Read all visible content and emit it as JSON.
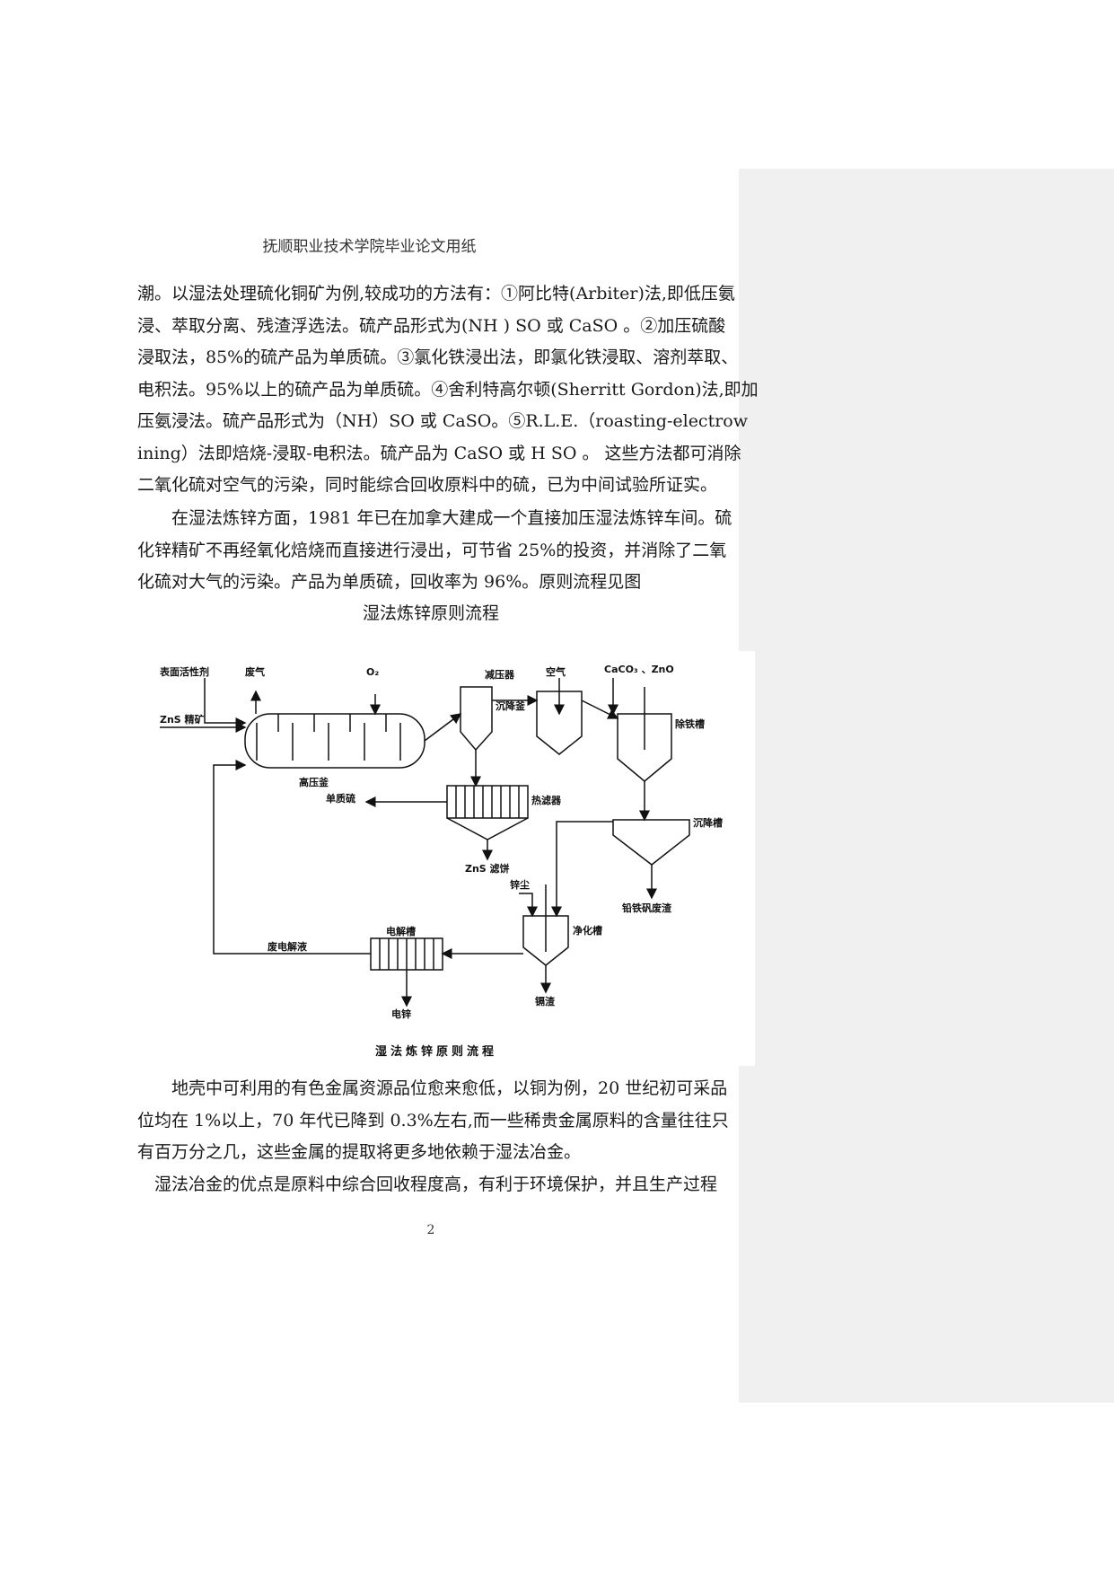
{
  "header": "抚顺职业技术学院毕业论文用纸",
  "para1": [
    "潮。以湿法处理硫化铜矿为例,较成功的方法有：①阿比特(Arbiter)法,即低压氨",
    "浸、萃取分离、残渣浮选法。硫产品形式为(NH ) SO 或 CaSO 。②加压硫酸",
    "浸取法，85%的硫产品为单质硫。③氯化铁浸出法，即氯化铁浸取、溶剂萃取、",
    "电积法。95%以上的硫产品为单质硫。④舍利特高尔顿(Sherritt Gordon)法,即加",
    "压氨浸法。硫产品形式为（NH）SO 或 CaSO。⑤R.L.E.（roasting-electrow",
    "ining）法即焙烧-浸取-电积法。硫产品为 CaSO 或 H SO 。 这些方法都可消除",
    "二氧化硫对空气的污染，同时能综合回收原料中的硫，已为中间试验所证实。"
  ],
  "para2": [
    "在湿法炼锌方面，1981 年已在加拿大建成一个直接加压湿法炼锌车间。硫",
    "化锌精矿不再经氧化焙烧而直接进行浸出，可节省 25%的投资，并消除了二氧",
    "化硫对大气的污染。产品为单质硫，回收率为 96%。原则流程见图"
  ],
  "figure_title": "湿法炼锌原则流程",
  "diagram": {
    "labels": {
      "surfactant": "表面活性剂",
      "waste_gas": "废气",
      "oxygen": "O₂",
      "air": "空气",
      "reagents": "CaCO₃ 、ZnO",
      "pressure_reducer": "减压器",
      "zns_concentrate": "ZnS 精矿",
      "settling_tank_1": "沉降釜",
      "iron_removal_tank": "除铁槽",
      "autoclave": "高压釜",
      "hot_filter": "热滤器",
      "elemental_sulfur": "单质硫",
      "settling_tank_2": "沉降槽",
      "zns_filter_cake": "ZnS 滤饼",
      "zinc_dust": "锌尘",
      "purification_tank": "净化槽",
      "lead_jarosite_residue": "铅铁矾废渣",
      "electrolytic_cell": "电解槽",
      "spent_electrolyte": "废电解液",
      "electrolytic_zinc": "电锌",
      "cadmium_residue": "镉渣"
    },
    "caption": "湿法炼锌原则流程"
  },
  "para3": [
    "地壳中可利用的有色金属资源品位愈来愈低，以铜为例，20 世纪初可采品",
    "位均在  1%以上，70 年代已降到 0.3%左右,而一些稀贵金属原料的含量往往只",
    "有百万分之几，这些金属的提取将更多地依赖于湿法冶金。"
  ],
  "para4": [
    "湿法冶金的优点是原料中综合回收程度高，有利于环境保护，并且生产过程"
  ],
  "page_number": "2"
}
